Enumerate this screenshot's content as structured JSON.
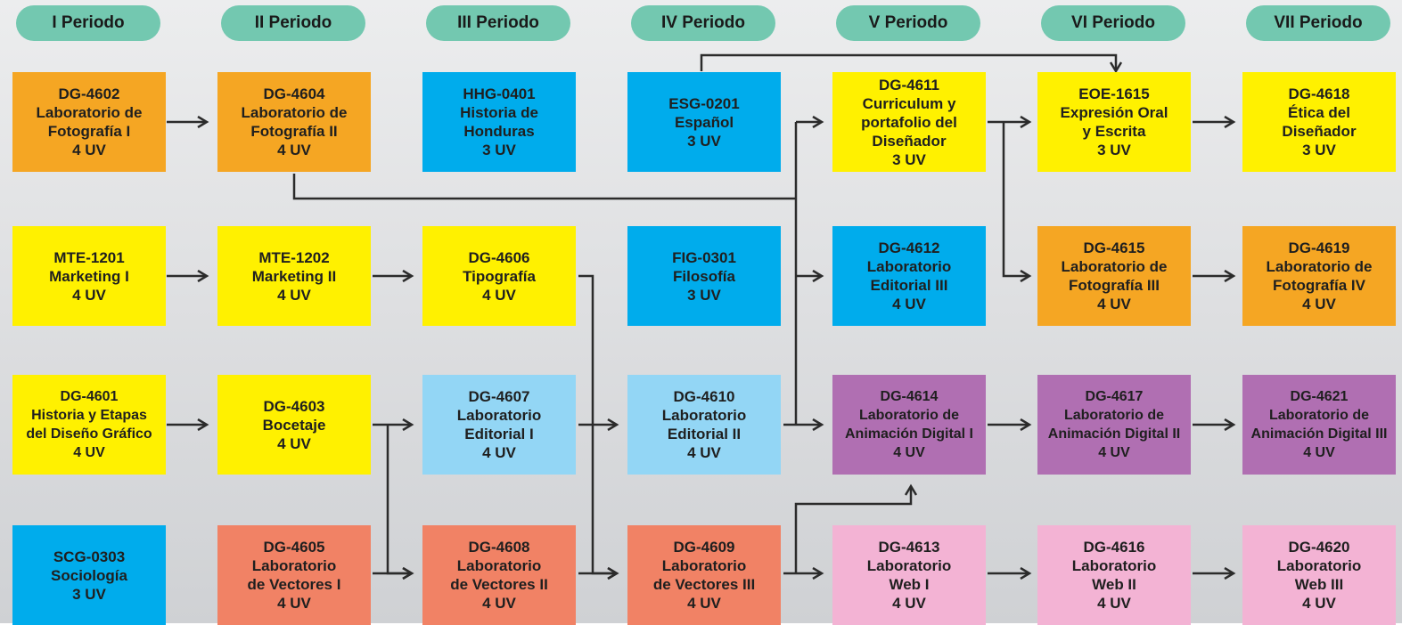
{
  "periods": [
    "I Periodo",
    "II Periodo",
    "III Periodo",
    "IV Periodo",
    "V Periodo",
    "VI Periodo",
    "VII Periodo"
  ],
  "colors": {
    "yellow": "#fff100",
    "orange": "#f5a623",
    "blue": "#00acec",
    "lightblue": "#93d6f5",
    "purple": "#b06fb2",
    "salmon": "#f18265",
    "pink": "#f3b3d4",
    "pill": "#73c8b0",
    "arrow": "#2b2b2b"
  },
  "courses": [
    {
      "id": "c1",
      "code": "DG-4602",
      "name": [
        "Laboratorio de",
        "Fotografía I"
      ],
      "uv": "4 UV",
      "color": "orange"
    },
    {
      "id": "c2",
      "code": "MTE-1201",
      "name": [
        "Marketing I"
      ],
      "uv": "4 UV",
      "color": "yellow"
    },
    {
      "id": "c3",
      "code": "DG-4601",
      "name": [
        "Historia y Etapas",
        "del Diseño Gráfico"
      ],
      "uv": "4 UV",
      "color": "yellow"
    },
    {
      "id": "c4",
      "code": "SCG-0303",
      "name": [
        "Sociología"
      ],
      "uv": "3 UV",
      "color": "blue"
    },
    {
      "id": "c5",
      "code": "DG-4604",
      "name": [
        "Laboratorio de",
        "Fotografía II"
      ],
      "uv": "4 UV",
      "color": "orange"
    },
    {
      "id": "c6",
      "code": "MTE-1202",
      "name": [
        "Marketing II"
      ],
      "uv": "4 UV",
      "color": "yellow"
    },
    {
      "id": "c7",
      "code": "DG-4603",
      "name": [
        "Bocetaje"
      ],
      "uv": "4 UV",
      "color": "yellow"
    },
    {
      "id": "c8",
      "code": "DG-4605",
      "name": [
        "Laboratorio",
        "de Vectores I"
      ],
      "uv": "4 UV",
      "color": "salmon"
    },
    {
      "id": "c9",
      "code": "HHG-0401",
      "name": [
        "Historia de",
        "Honduras"
      ],
      "uv": "3 UV",
      "color": "blue"
    },
    {
      "id": "c10",
      "code": "DG-4606",
      "name": [
        "Tipografía"
      ],
      "uv": "4 UV",
      "color": "yellow"
    },
    {
      "id": "c11",
      "code": "DG-4607",
      "name": [
        "Laboratorio",
        "Editorial I"
      ],
      "uv": "4 UV",
      "color": "lightblue"
    },
    {
      "id": "c12",
      "code": "DG-4608",
      "name": [
        "Laboratorio",
        "de Vectores II"
      ],
      "uv": "4 UV",
      "color": "salmon"
    },
    {
      "id": "c13",
      "code": "ESG-0201",
      "name": [
        "Español"
      ],
      "uv": "3 UV",
      "color": "blue"
    },
    {
      "id": "c14",
      "code": "FIG-0301",
      "name": [
        "Filosofía"
      ],
      "uv": "3 UV",
      "color": "blue"
    },
    {
      "id": "c15",
      "code": "DG-4610",
      "name": [
        "Laboratorio",
        "Editorial II"
      ],
      "uv": "4 UV",
      "color": "lightblue"
    },
    {
      "id": "c16",
      "code": "DG-4609",
      "name": [
        "Laboratorio",
        "de Vectores III"
      ],
      "uv": "4 UV",
      "color": "salmon"
    },
    {
      "id": "c17",
      "code": "DG-4611",
      "name": [
        "Curriculum y",
        "portafolio del",
        "Diseñador"
      ],
      "uv": "3 UV",
      "color": "yellow"
    },
    {
      "id": "c18",
      "code": "DG-4612",
      "name": [
        "Laboratorio",
        "Editorial III"
      ],
      "uv": "4 UV",
      "color": "blue"
    },
    {
      "id": "c19",
      "code": "DG-4614",
      "name": [
        "Laboratorio de",
        "Animación Digital I"
      ],
      "uv": "4 UV",
      "color": "purple"
    },
    {
      "id": "c20",
      "code": "DG-4613",
      "name": [
        "Laboratorio",
        "Web I"
      ],
      "uv": "4 UV",
      "color": "pink"
    },
    {
      "id": "c21",
      "code": "EOE-1615",
      "name": [
        "Expresión Oral",
        "y Escrita"
      ],
      "uv": "3 UV",
      "color": "yellow"
    },
    {
      "id": "c22",
      "code": "DG-4615",
      "name": [
        "Laboratorio de",
        "Fotografía III"
      ],
      "uv": "4 UV",
      "color": "orange"
    },
    {
      "id": "c23",
      "code": "DG-4617",
      "name": [
        "Laboratorio de",
        "Animación Digital II"
      ],
      "uv": "4 UV",
      "color": "purple"
    },
    {
      "id": "c24",
      "code": "DG-4616",
      "name": [
        "Laboratorio",
        "Web II"
      ],
      "uv": "4 UV",
      "color": "pink"
    },
    {
      "id": "c25",
      "code": "DG-4618",
      "name": [
        "Ética del",
        "Diseñador"
      ],
      "uv": "3 UV",
      "color": "yellow"
    },
    {
      "id": "c26",
      "code": "DG-4619",
      "name": [
        "Laboratorio de",
        "Fotografía IV"
      ],
      "uv": "4 UV",
      "color": "orange"
    },
    {
      "id": "c27",
      "code": "DG-4621",
      "name": [
        "Laboratorio de",
        "Animación Digital III"
      ],
      "uv": "4 UV",
      "color": "purple"
    },
    {
      "id": "c28",
      "code": "DG-4620",
      "name": [
        "Laboratorio",
        "Web III"
      ],
      "uv": "4 UV",
      "color": "pink"
    }
  ]
}
